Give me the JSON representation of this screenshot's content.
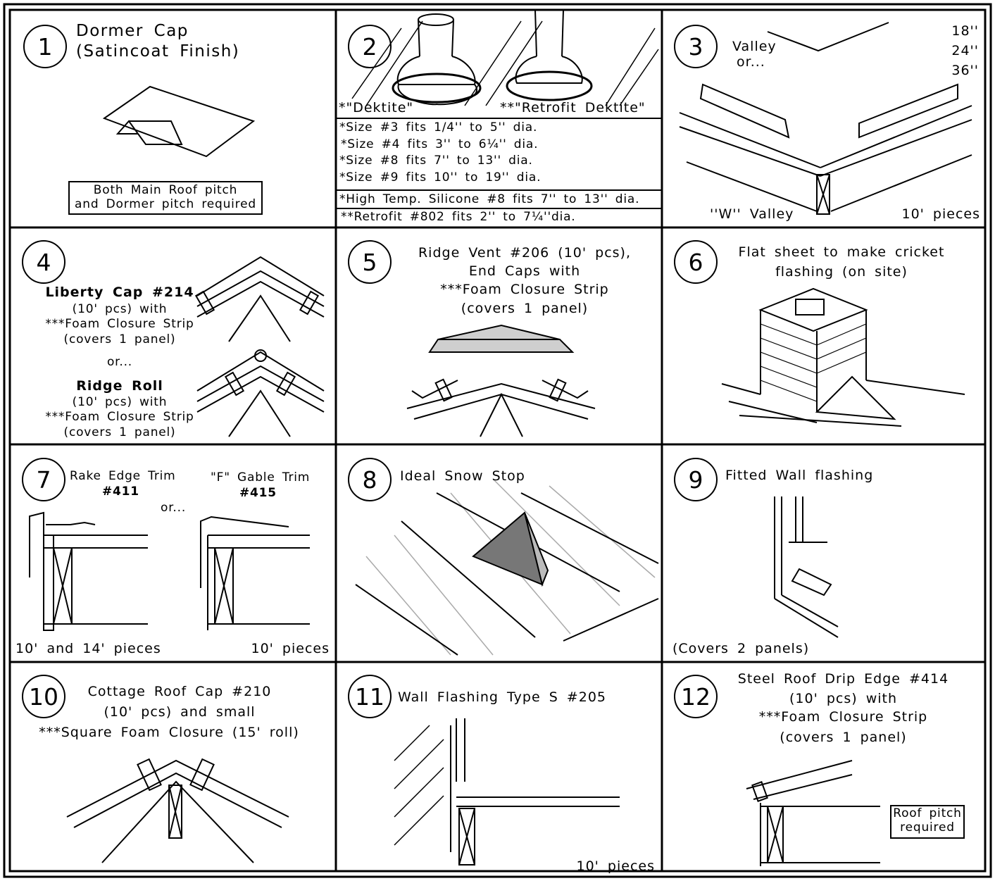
{
  "panels": [
    {
      "number": "1",
      "title_lines": [
        "Dormer Cap",
        "(Satincoat Finish)"
      ],
      "note_lines": [
        "Both Main Roof pitch",
        "and Dormer pitch required"
      ]
    },
    {
      "number": "2",
      "label_left": "*\"Dektite\"",
      "label_right": "**\"Retrofit Dektite\"",
      "sizes": [
        "*Size #3 fits 1/4'' to 5'' dia.",
        "*Size #4 fits 3'' to 6¼'' dia.",
        "*Size #8 fits 7'' to 13'' dia.",
        "*Size #9 fits 10'' to 19'' dia."
      ],
      "high_temp": "*High Temp. Silicone #8 fits 7'' to 13'' dia.",
      "retrofit": "**Retrofit #802 fits 2'' to 7¼''dia."
    },
    {
      "number": "3",
      "title_lines": [
        "Valley",
        "or..."
      ],
      "widths": [
        "18''",
        "24''",
        "36''"
      ],
      "bottom_left": "''W'' Valley",
      "bottom_right": "10' pieces"
    },
    {
      "number": "4",
      "cap_title": "Liberty Cap #214",
      "cap_lines": [
        "(10' pcs) with",
        "***Foam Closure Strip",
        "(covers 1 panel)"
      ],
      "or": "or...",
      "roll_title": "Ridge Roll",
      "roll_lines": [
        "(10' pcs) with",
        "***Foam Closure Strip",
        "(covers 1 panel)"
      ]
    },
    {
      "number": "5",
      "title_lines": [
        "Ridge Vent #206 (10' pcs),",
        "End Caps with",
        "***Foam Closure Strip",
        "(covers 1 panel)"
      ]
    },
    {
      "number": "6",
      "title_lines": [
        "Flat sheet to make cricket",
        "flashing (on site)"
      ]
    },
    {
      "number": "7",
      "left_title": "Rake Edge Trim",
      "left_part": "#411",
      "right_title": "\"F\" Gable Trim",
      "right_part": "#415",
      "or": "or...",
      "bottom_left": "10' and 14' pieces",
      "bottom_right": "10' pieces"
    },
    {
      "number": "8",
      "title": "Ideal Snow Stop"
    },
    {
      "number": "9",
      "title": "Fitted Wall flashing",
      "bottom": "(Covers 2 panels)"
    },
    {
      "number": "10",
      "title_lines": [
        "Cottage Roof Cap #210",
        "(10' pcs) and small",
        "***Square Foam Closure (15' roll)"
      ]
    },
    {
      "number": "11",
      "title": "Wall Flashing Type S #205",
      "bottom": "10' pieces"
    },
    {
      "number": "12",
      "title_lines": [
        "Steel Roof Drip Edge #414",
        "(10' pcs) with",
        "***Foam Closure Strip",
        "(covers 1 panel)"
      ],
      "note_lines": [
        "Roof pitch",
        "required"
      ]
    }
  ]
}
